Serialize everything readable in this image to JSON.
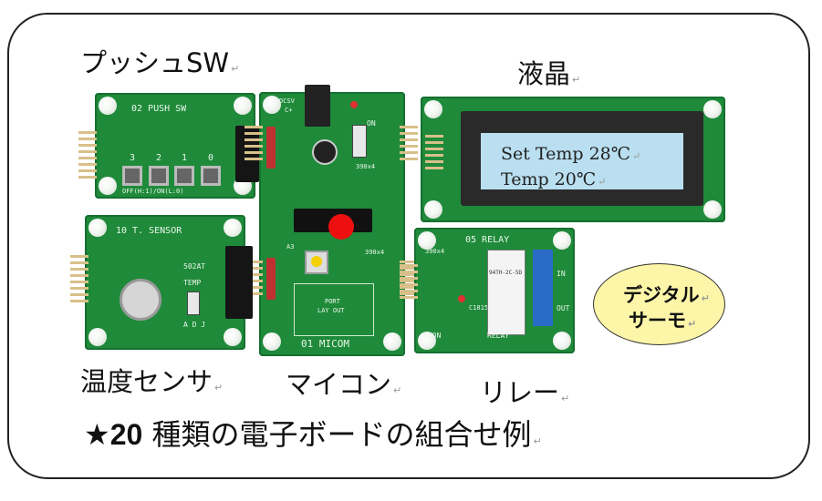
{
  "labels": {
    "push_sw": "プッシュSW",
    "lcd": "液晶",
    "temp_sensor": "温度センサ",
    "micom": "マイコン",
    "relay": "リレー"
  },
  "boards": {
    "push": {
      "title": "02 PUSH SW",
      "nums": [
        "3",
        "2",
        "1",
        "0"
      ],
      "bottom": "OFF(H:1)/ON(L:0)"
    },
    "sensor": {
      "title": "10 T. SENSOR",
      "chip": "502AT",
      "temp": "TEMP",
      "adj": "A D J"
    },
    "micom": {
      "dcsv": "DCSV",
      "ic": "C+",
      "on": "ON",
      "r1": "390x4",
      "r2": "390x4",
      "port": "PORT",
      "layout": "LAY OUT",
      "name": "01 MICOM",
      "a3": "A3"
    },
    "lcd": {
      "line1": "Set Temp   28℃",
      "line2": "Temp         20℃"
    },
    "relay": {
      "title": "05 RELAY",
      "r": "390x4",
      "c": "C1815",
      "hon": "H:ON",
      "relay": "RELAY",
      "in": "IN",
      "out": "OUT",
      "part": "94TH-2C-5D"
    }
  },
  "bubble": {
    "line1": "デジタル",
    "line2": "サーモ"
  },
  "caption": {
    "star": "★",
    "number": "20",
    "text": " 種類の電子ボードの組合せ例"
  },
  "return_mark": "↵",
  "colors": {
    "board": "#1f8a3a",
    "bubble": "#fdf6a8",
    "lcd_screen": "#b9dff0"
  }
}
